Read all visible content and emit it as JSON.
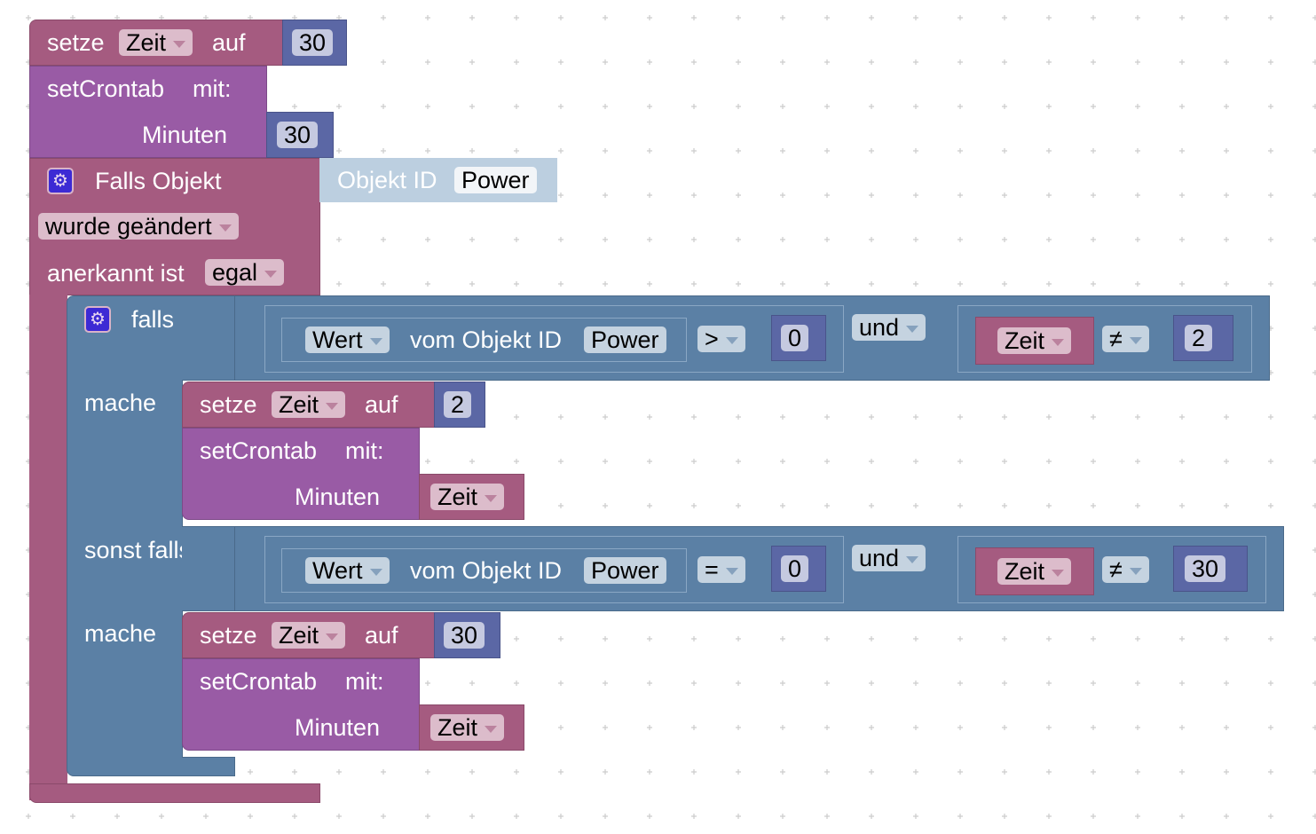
{
  "colors": {
    "variable": "#a55b80",
    "procedure": "#995ba5",
    "math": "#5b67a5",
    "logic": "#5b80a5",
    "object_id": "#bccfe0"
  },
  "top_set": {
    "setze": "setze",
    "var": "Zeit",
    "auf": "auf",
    "value": "30"
  },
  "top_cron": {
    "label": "setCrontab",
    "mit": "mit:",
    "param": "Minuten",
    "value": "30"
  },
  "trigger": {
    "icon": "gear-icon",
    "label": "Falls Objekt",
    "objid_label": "Objekt ID",
    "objid_value": "Power",
    "event": "wurde geändert",
    "ack_label": "anerkannt ist",
    "ack_value": "egal"
  },
  "ifblock": {
    "if_label": "falls",
    "do_label": "mache",
    "elseif_label": "sonst falls",
    "do2_label": "mache"
  },
  "cond1": {
    "wert": "Wert",
    "vom": "vom Objekt ID",
    "obj": "Power",
    "op": ">",
    "num": "0",
    "and": "und",
    "var": "Zeit",
    "op2": "≠",
    "num2": "2"
  },
  "do1_set": {
    "setze": "setze",
    "var": "Zeit",
    "auf": "auf",
    "value": "2"
  },
  "do1_cron": {
    "label": "setCrontab",
    "mit": "mit:",
    "param": "Minuten",
    "var": "Zeit"
  },
  "cond2": {
    "wert": "Wert",
    "vom": "vom Objekt ID",
    "obj": "Power",
    "op": "=",
    "num": "0",
    "and": "und",
    "var": "Zeit",
    "op2": "≠",
    "num2": "30"
  },
  "do2_set": {
    "setze": "setze",
    "var": "Zeit",
    "auf": "auf",
    "value": "30"
  },
  "do2_cron": {
    "label": "setCrontab",
    "mit": "mit:",
    "param": "Minuten",
    "var": "Zeit"
  }
}
